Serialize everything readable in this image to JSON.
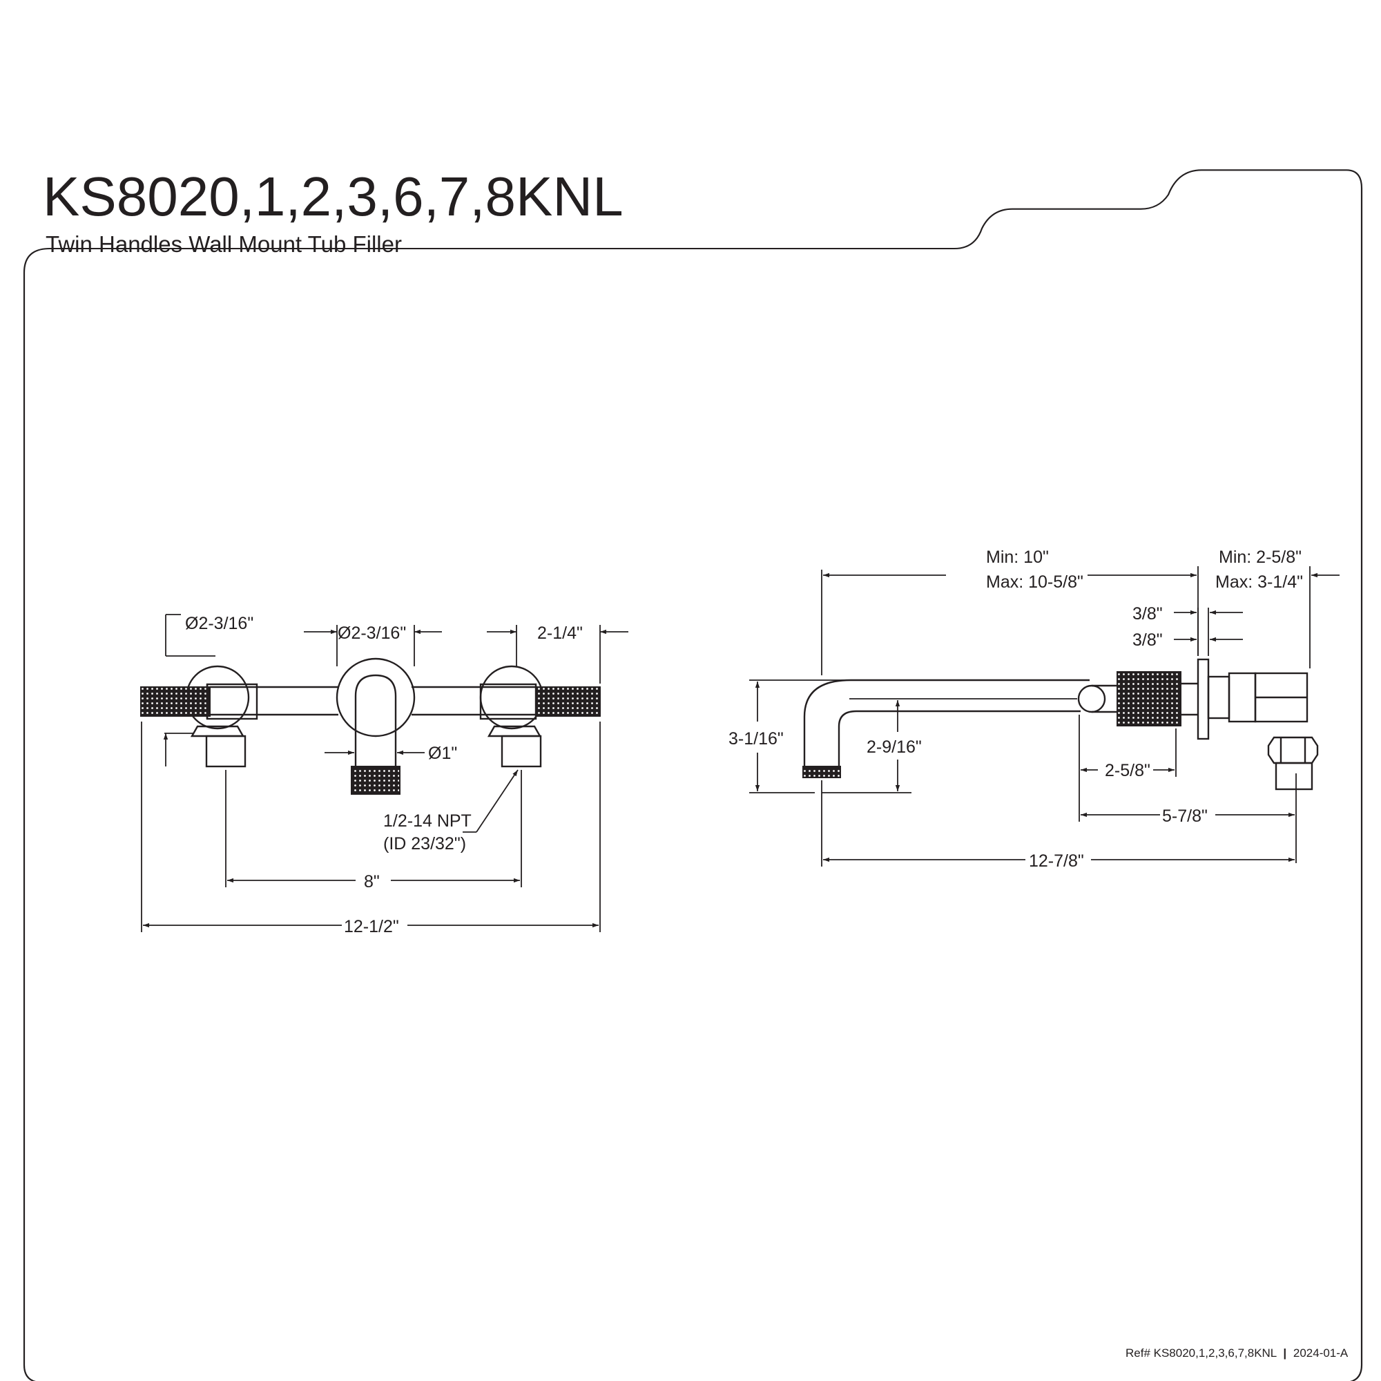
{
  "header": {
    "model": "KS8020,1,2,3,6,7,8KNL",
    "description": "Twin Handles Wall Mount Tub Filler"
  },
  "front_view": {
    "dims": {
      "handle_dia": "Ø2-3/16\"",
      "spout_flange_dia": "Ø2-3/16\"",
      "handle_reach": "2-1/4\"",
      "spout_dia": "Ø1\"",
      "connection": "1/2-14 NPT",
      "connection_id": "(ID 23/32\")",
      "centers": "8\"",
      "overall_width": "12-1/2\""
    }
  },
  "side_view": {
    "dims": {
      "spout_min": "Min: 10\"",
      "spout_max": "Max: 10-5/8\"",
      "wall_min": "Min: 2-5/8\"",
      "wall_max": "Max: 3-1/4\"",
      "flange_a": "3/8\"",
      "flange_b": "3/8\"",
      "spout_height": "3-1/16\"",
      "outlet_height": "2-9/16\"",
      "handle_depth": "2-5/8\"",
      "handle_to_inlet": "5-7/8\"",
      "overall_depth": "12-7/8\""
    }
  },
  "footer": {
    "ref_label": "Ref# KS8020,1,2,3,6,7,8KNL",
    "separator": "|",
    "revision": "2024-01-A"
  }
}
